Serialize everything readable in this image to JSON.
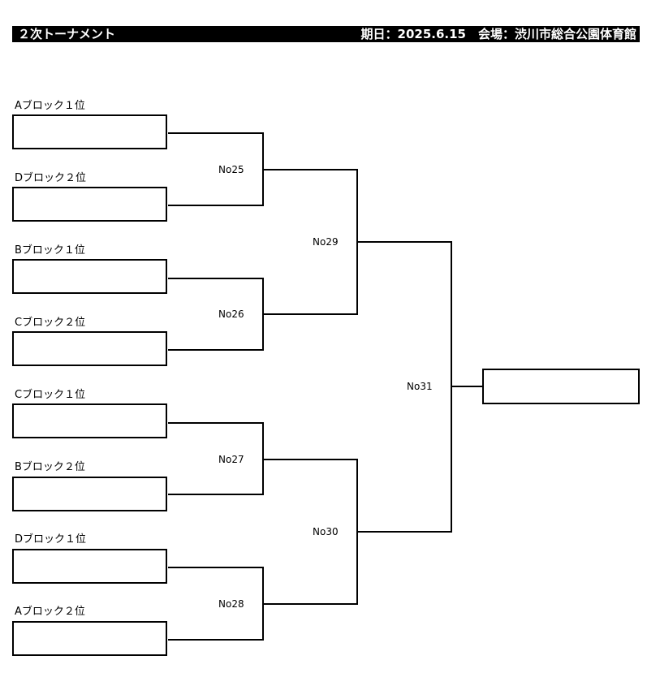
{
  "header": {
    "title": "２次トーナメント",
    "info": "期日：2025.6.15　会場：渋川市総合公園体育館"
  },
  "slots": [
    {
      "label": "Aブロック１位"
    },
    {
      "label": "Dブロック２位"
    },
    {
      "label": "Bブロック１位"
    },
    {
      "label": "Cブロック２位"
    },
    {
      "label": "Cブロック１位"
    },
    {
      "label": "Bブロック２位"
    },
    {
      "label": "Dブロック１位"
    },
    {
      "label": "Aブロック２位"
    }
  ],
  "matches": {
    "m25": "No25",
    "m26": "No26",
    "m27": "No27",
    "m28": "No28",
    "m29": "No29",
    "m30": "No30",
    "m31": "No31"
  }
}
